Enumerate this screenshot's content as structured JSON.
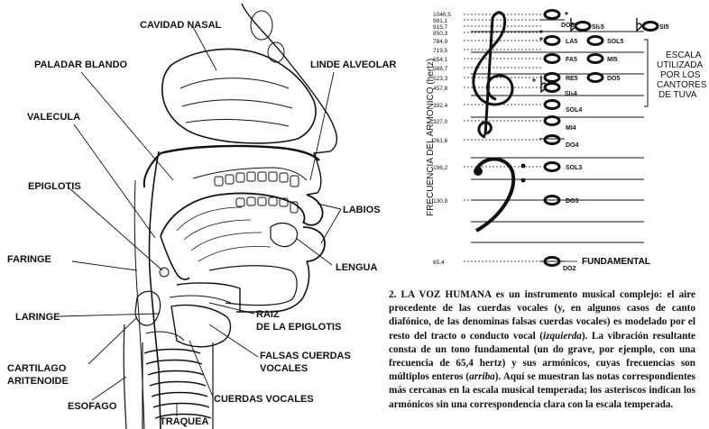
{
  "anatomy_labels": {
    "nasal": "CAVIDAD NASAL",
    "palate": "PALADAR BLANDO",
    "alveolar": "LINDE ALVEOLAR",
    "vallecula": "VALECULA",
    "epiglottis": "EPIGLOTIS",
    "lips": "LABIOS",
    "pharynx": "FARINGE",
    "tongue": "LENGUA",
    "larynx": "LARINGE",
    "root_line1": "RAIZ",
    "root_line2": "DE LA EPIGLOTIS",
    "cartilage_line1": "CARTILAGO",
    "cartilage_line2": "ARITENOIDE",
    "false_cords_line1": "FALSAS CUERDAS",
    "false_cords_line2": "VOCALES",
    "vocal_cords": "CUERDAS VOCALES",
    "esophagus": "ESOFAGO",
    "trachea": "TRAQUEA"
  },
  "staff": {
    "axis_label": "FRECUENCIA DEL ARMONICO (hertz)",
    "frequencies": [
      "1046,5",
      "981,1",
      "915,7",
      "850,3",
      "784,9",
      "719,5",
      "654,1",
      "588,7",
      "523,3",
      "457,8",
      "392,4",
      "327,0",
      "261,6",
      "196,2",
      "130,8",
      "65,4"
    ],
    "notes": {
      "do6": "DO6",
      "si5_flat": "SI♭5",
      "si5": "SI5",
      "la5": "LA5",
      "sol5": "SOL5",
      "fa5": "FA5",
      "mi5": "MI5",
      "re5": "RE5",
      "do5": "DO5",
      "si4_flat": "SI♭4",
      "sol4": "SOL4",
      "mi4": "MI4",
      "do4": "DO4",
      "sol3": "SOL3",
      "do3": "DO3",
      "do2": "DO2"
    },
    "fundamental": "FUNDAMENTAL",
    "scale_line1": "ESCALA",
    "scale_line2": "UTILIZADA",
    "scale_line3": "POR LOS",
    "scale_line4": "CANTORES",
    "scale_line5": "DE TUVA"
  },
  "caption": {
    "p1": "2. LA VOZ HUMANA es un instrumento musical complejo: el aire procedente de las cuerdas vocales (y, en algunos casos de canto diafónico, de las denominas falsas cuerdas vocales) es modelado por el resto del tracto o conducto vocal (",
    "p1_italic": "izquierda",
    "p2": "). La vibración resultante consta de un tono fundamental (un do grave, por ejemplo, con una frecuencia de 65,4 hertz) y sus armónicos, cuyas frecuencias son múltiplos enteros (",
    "p2_italic": "arriba",
    "p3": "). Aquí se muestran las notas correspondientes más cercanas en la escala musical temperada; los asteriscos indican los armónicos sin una correspondencia clara con la escala temperada."
  }
}
